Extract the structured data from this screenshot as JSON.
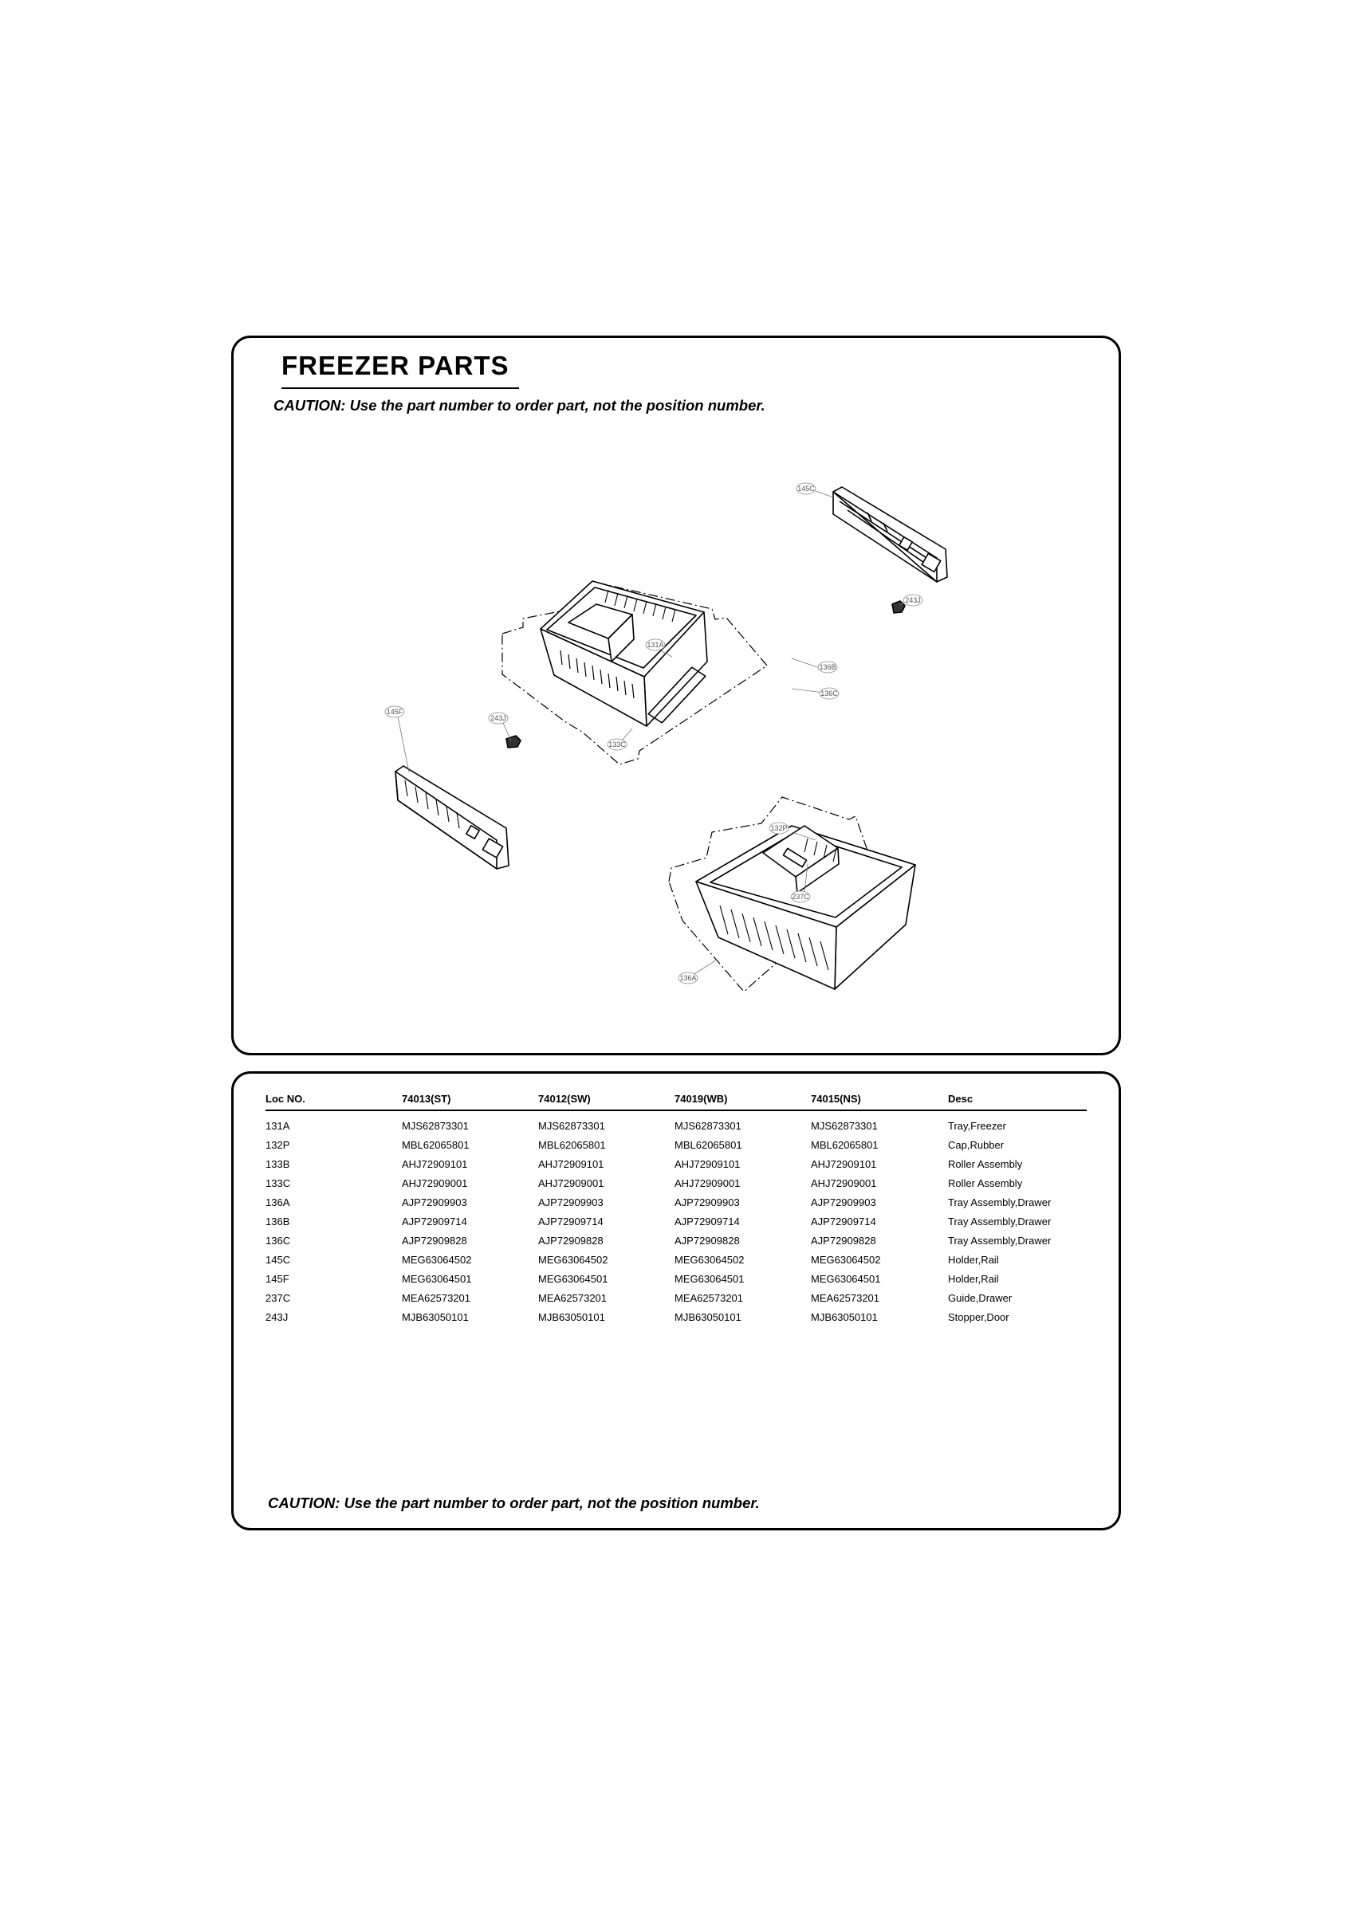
{
  "diagram_section": {
    "title": "FREEZER PARTS",
    "caution": "CAUTION: Use the part number to order part, not the position number.",
    "callouts": [
      "145C",
      "243J",
      "131A",
      "136B",
      "136C",
      "145F",
      "243J",
      "133C",
      "132P",
      "237C",
      "136A"
    ]
  },
  "parts_table": {
    "headers": [
      "Loc NO.",
      "74013(ST)",
      "74012(SW)",
      "74019(WB)",
      "74015(NS)",
      "Desc"
    ],
    "rows": [
      [
        "131A",
        "MJS62873301",
        "MJS62873301",
        "MJS62873301",
        "MJS62873301",
        "Tray,Freezer"
      ],
      [
        "132P",
        "MBL62065801",
        "MBL62065801",
        "MBL62065801",
        "MBL62065801",
        "Cap,Rubber"
      ],
      [
        "133B",
        "AHJ72909101",
        "AHJ72909101",
        "AHJ72909101",
        "AHJ72909101",
        "Roller Assembly"
      ],
      [
        "133C",
        "AHJ72909001",
        "AHJ72909001",
        "AHJ72909001",
        "AHJ72909001",
        "Roller Assembly"
      ],
      [
        "136A",
        "AJP72909903",
        "AJP72909903",
        "AJP72909903",
        "AJP72909903",
        "Tray Assembly,Drawer"
      ],
      [
        "136B",
        "AJP72909714",
        "AJP72909714",
        "AJP72909714",
        "AJP72909714",
        "Tray Assembly,Drawer"
      ],
      [
        "136C",
        "AJP72909828",
        "AJP72909828",
        "AJP72909828",
        "AJP72909828",
        "Tray Assembly,Drawer"
      ],
      [
        "145C",
        "MEG63064502",
        "MEG63064502",
        "MEG63064502",
        "MEG63064502",
        "Holder,Rail"
      ],
      [
        "145F",
        "MEG63064501",
        "MEG63064501",
        "MEG63064501",
        "MEG63064501",
        "Holder,Rail"
      ],
      [
        "237C",
        "MEA62573201",
        "MEA62573201",
        "MEA62573201",
        "MEA62573201",
        "Guide,Drawer"
      ],
      [
        "243J",
        "MJB63050101",
        "MJB63050101",
        "MJB63050101",
        "MJB63050101",
        "Stopper,Door"
      ]
    ],
    "caution": "CAUTION: Use the part number to order part, not the position number."
  }
}
